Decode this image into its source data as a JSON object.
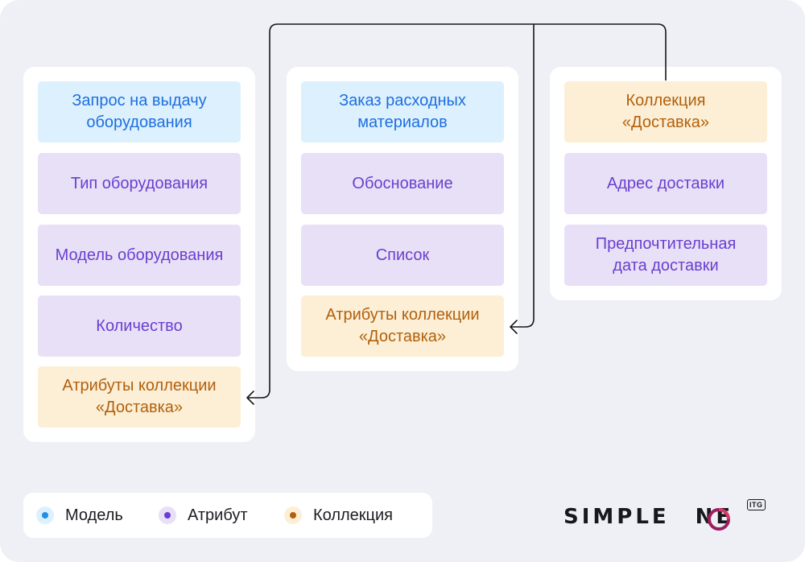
{
  "columns": [
    {
      "cards": [
        {
          "text": "Запрос на выдачу\nоборудования",
          "kind": "model"
        },
        {
          "text": "Тип оборудования",
          "kind": "attribute"
        },
        {
          "text": "Модель оборудования",
          "kind": "attribute"
        },
        {
          "text": "Количество",
          "kind": "attribute"
        },
        {
          "text": "Атрибуты коллекции\n«Доставка»",
          "kind": "collection"
        }
      ]
    },
    {
      "cards": [
        {
          "text": "Заказ расходных\nматериалов",
          "kind": "model"
        },
        {
          "text": "Обоснование",
          "kind": "attribute"
        },
        {
          "text": "Список",
          "kind": "attribute"
        },
        {
          "text": "Атрибуты коллекции\n«Доставка»",
          "kind": "collection"
        }
      ]
    },
    {
      "cards": [
        {
          "text": "Коллекция\n«Доставка»",
          "kind": "collection"
        },
        {
          "text": "Адрес доставки",
          "kind": "attribute"
        },
        {
          "text": "Предпочтительная\nдата доставки",
          "kind": "attribute"
        }
      ]
    }
  ],
  "legend": [
    {
      "label": "Модель",
      "color": "#1f8fe8",
      "bg": "#dcf1fd",
      "icon": "model-dot-icon"
    },
    {
      "label": "Атрибут",
      "color": "#6a3fd0",
      "bg": "#e8e0f7",
      "icon": "attribute-dot-icon"
    },
    {
      "label": "Коллекция",
      "color": "#b2600c",
      "bg": "#fcefd6",
      "icon": "collection-dot-icon"
    }
  ],
  "logo": {
    "text": "SIMPLE NE",
    "badge": "ITG"
  },
  "colors": {
    "model_bg": "#dcf1fd",
    "model_text": "#1f6ee0",
    "attribute_bg": "#e8e0f7",
    "attribute_text": "#6a3fd0",
    "collection_bg": "#fcefd6",
    "collection_text": "#b2600c"
  }
}
